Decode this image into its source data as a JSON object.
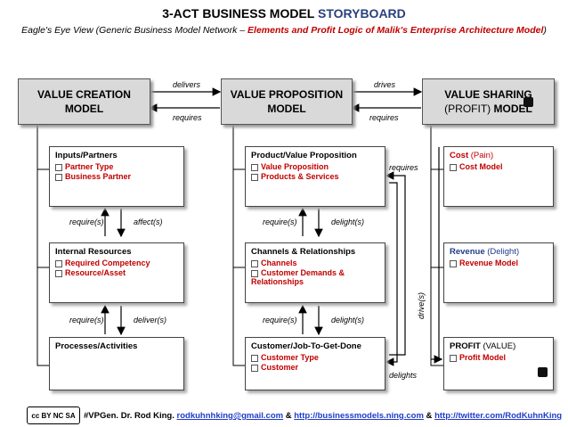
{
  "title": {
    "main": "3-ACT BUSINESS MODEL ",
    "accent": "STORYBOARD"
  },
  "subtitle": {
    "prefix": "Eagle's Eye View (Generic Business Model Network – ",
    "emph": "Elements and Profit Logic of Malik's Enterprise Architecture Model",
    "suffix": ")"
  },
  "models": {
    "value_creation": {
      "line1": "VALUE CREATION",
      "line2": "MODEL"
    },
    "value_proposition": {
      "line1": "VALUE PROPOSITION",
      "line2": "MODEL"
    },
    "value_sharing": {
      "line1": "VALUE SHARING",
      "line2a": "(PROFIT) ",
      "line2b": "MODEL"
    }
  },
  "links": {
    "delivers": "delivers",
    "requires_left": "requires",
    "drives": "drives",
    "requires_right": "requires",
    "requires_mid": "requires",
    "delights": "delights",
    "drives_vert": "drive(s)"
  },
  "creation": {
    "inputs": {
      "title": "Inputs/Partners",
      "items": [
        "Partner Type",
        "Business Partner"
      ]
    },
    "resources": {
      "title": "Internal Resources",
      "items": [
        "Required Competency",
        "Resource/Asset"
      ]
    },
    "processes": {
      "title": "Processes/Activities"
    },
    "rel1": {
      "left": "require(s)",
      "right": "affect(s)"
    },
    "rel2": {
      "left": "require(s)",
      "right": "deliver(s)"
    }
  },
  "proposition": {
    "product": {
      "title": "Product/Value Proposition",
      "items": [
        "Value Proposition",
        "Products & Services"
      ]
    },
    "channels": {
      "title": "Channels & Relationships",
      "items": [
        "Channels",
        "Customer Demands & Relationships"
      ]
    },
    "customer": {
      "title": "Customer/Job-To-Get-Done",
      "items": [
        "Customer Type",
        "Customer"
      ]
    },
    "rel1": {
      "left": "require(s)",
      "right": "delight(s)"
    },
    "rel2": {
      "left": "require(s)",
      "right": "delight(s)"
    }
  },
  "sharing": {
    "cost": {
      "title": "Cost",
      "paren": " (Pain)",
      "items": [
        "Cost Model"
      ]
    },
    "revenue": {
      "title": "Revenue",
      "paren": " (Delight)",
      "items": [
        "Revenue Model"
      ]
    },
    "profit": {
      "title": "PROFIT",
      "paren": " (VALUE)",
      "items": [
        "Profit Model"
      ]
    }
  },
  "footer": {
    "license": "cc BY NC SA",
    "prefix": "#VPGen. Dr. Rod King. ",
    "email": "rodkuhnhking@gmail.com",
    "sep1": " & ",
    "site": "http://businessmodels.ning.com",
    "sep2": " & ",
    "twitter": "http://twitter.com/RodKuhnKing"
  }
}
